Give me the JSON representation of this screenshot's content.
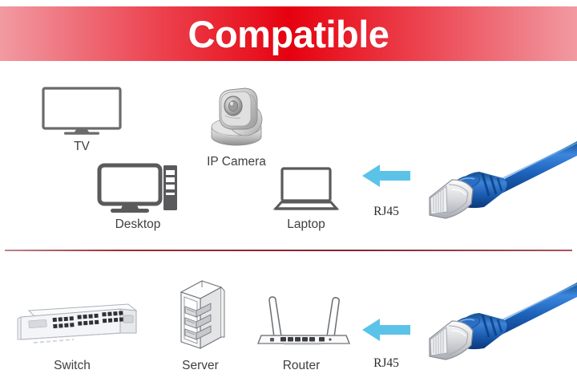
{
  "banner": {
    "title": "Compatible",
    "gradient_edge_color": "#f29aa2",
    "gradient_center_color": "#e6000f",
    "text_color": "#ffffff"
  },
  "divider": {
    "color": "#8c1e2d"
  },
  "colors": {
    "icon_gray": "#5a5a5c",
    "caption_gray": "#3f3f41",
    "arrow_blue": "#5cc3e8",
    "cable_blue": "#1a5fb4"
  },
  "sections": [
    {
      "name": "top-row",
      "devices": [
        {
          "id": "tv",
          "label": "TV",
          "icon": "tv-icon"
        },
        {
          "id": "ip-camera",
          "label": "IP Camera",
          "icon": "ip-camera-icon"
        },
        {
          "id": "desktop",
          "label": "Desktop",
          "icon": "desktop-icon"
        },
        {
          "id": "laptop",
          "label": "Laptop",
          "icon": "laptop-icon"
        }
      ],
      "connector": {
        "arrow": "arrow-left-icon",
        "label": "RJ45",
        "cable": "rj45-cable-image"
      }
    },
    {
      "name": "bottom-row",
      "devices": [
        {
          "id": "switch",
          "label": "Switch",
          "icon": "switch-icon"
        },
        {
          "id": "server",
          "label": "Server",
          "icon": "server-icon"
        },
        {
          "id": "router",
          "label": "Router",
          "icon": "router-icon"
        }
      ],
      "connector": {
        "arrow": "arrow-left-icon",
        "label": "RJ45",
        "cable": "rj45-cable-image"
      }
    }
  ],
  "labels": {
    "tv": "TV",
    "ip_camera": "IP Camera",
    "desktop": "Desktop",
    "laptop": "Laptop",
    "rj45_top": "RJ45",
    "switch": "Switch",
    "server": "Server",
    "router": "Router",
    "rj45_bottom": "RJ45"
  }
}
